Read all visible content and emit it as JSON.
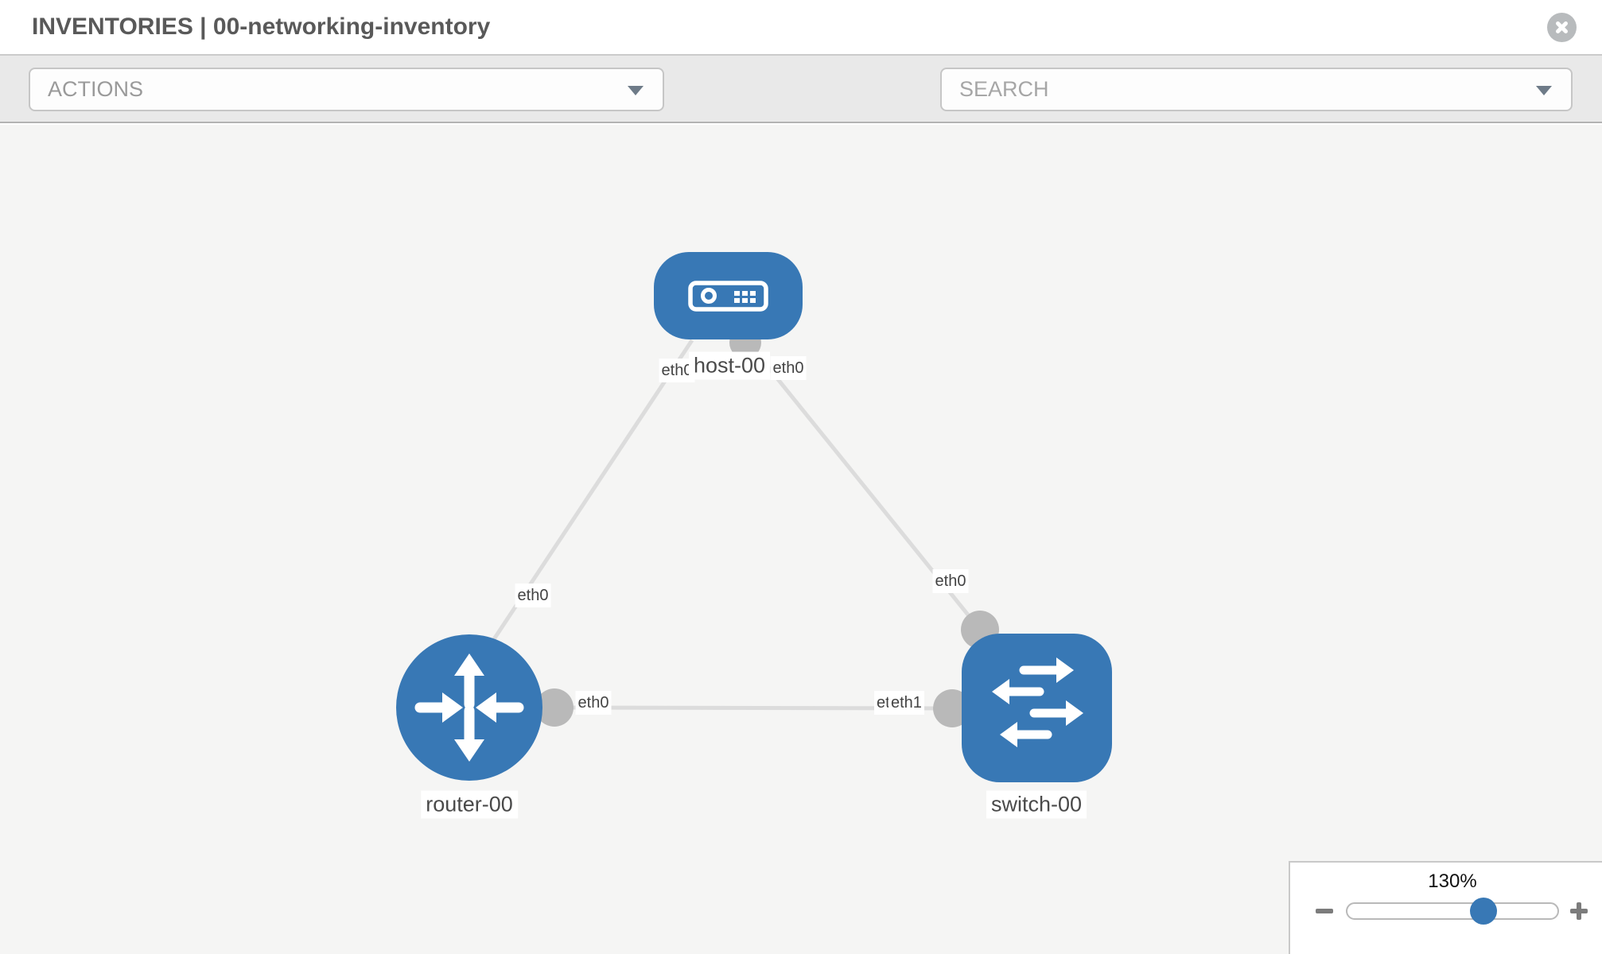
{
  "header": {
    "title": "INVENTORIES | 00-networking-inventory"
  },
  "toolbar": {
    "actions_placeholder": "ACTIONS",
    "search_placeholder": "SEARCH"
  },
  "topology": {
    "nodes": [
      {
        "label": "host-00",
        "type": "host"
      },
      {
        "label": "router-00",
        "type": "router"
      },
      {
        "label": "switch-00",
        "type": "switch"
      }
    ],
    "links": [
      {
        "from": "host-00",
        "to": "router-00",
        "from_if": "eth0",
        "to_if": "eth0"
      },
      {
        "from": "host-00",
        "to": "switch-00",
        "from_if": "eth0",
        "to_if": "eth0"
      },
      {
        "from": "router-00",
        "to": "switch-00",
        "from_if": "eth0",
        "to_if": "eth1"
      }
    ],
    "port_labels": {
      "host_to_router": "eth0",
      "host_to_switch": "eth0",
      "router_to_host": "eth0",
      "switch_to_host": "eth0",
      "router_to_switch": "eth0",
      "switch_to_router_back": "eth1",
      "switch_to_router_front": "eth1"
    }
  },
  "zoom_control": {
    "level": "130%"
  },
  "colors": {
    "node_blue": "#3878b5",
    "link_gray": "#dcdcdc",
    "endpoint_gray": "#b9b9b9",
    "toolbar_bg": "#e9e9e9",
    "canvas_bg": "#f5f5f4"
  }
}
